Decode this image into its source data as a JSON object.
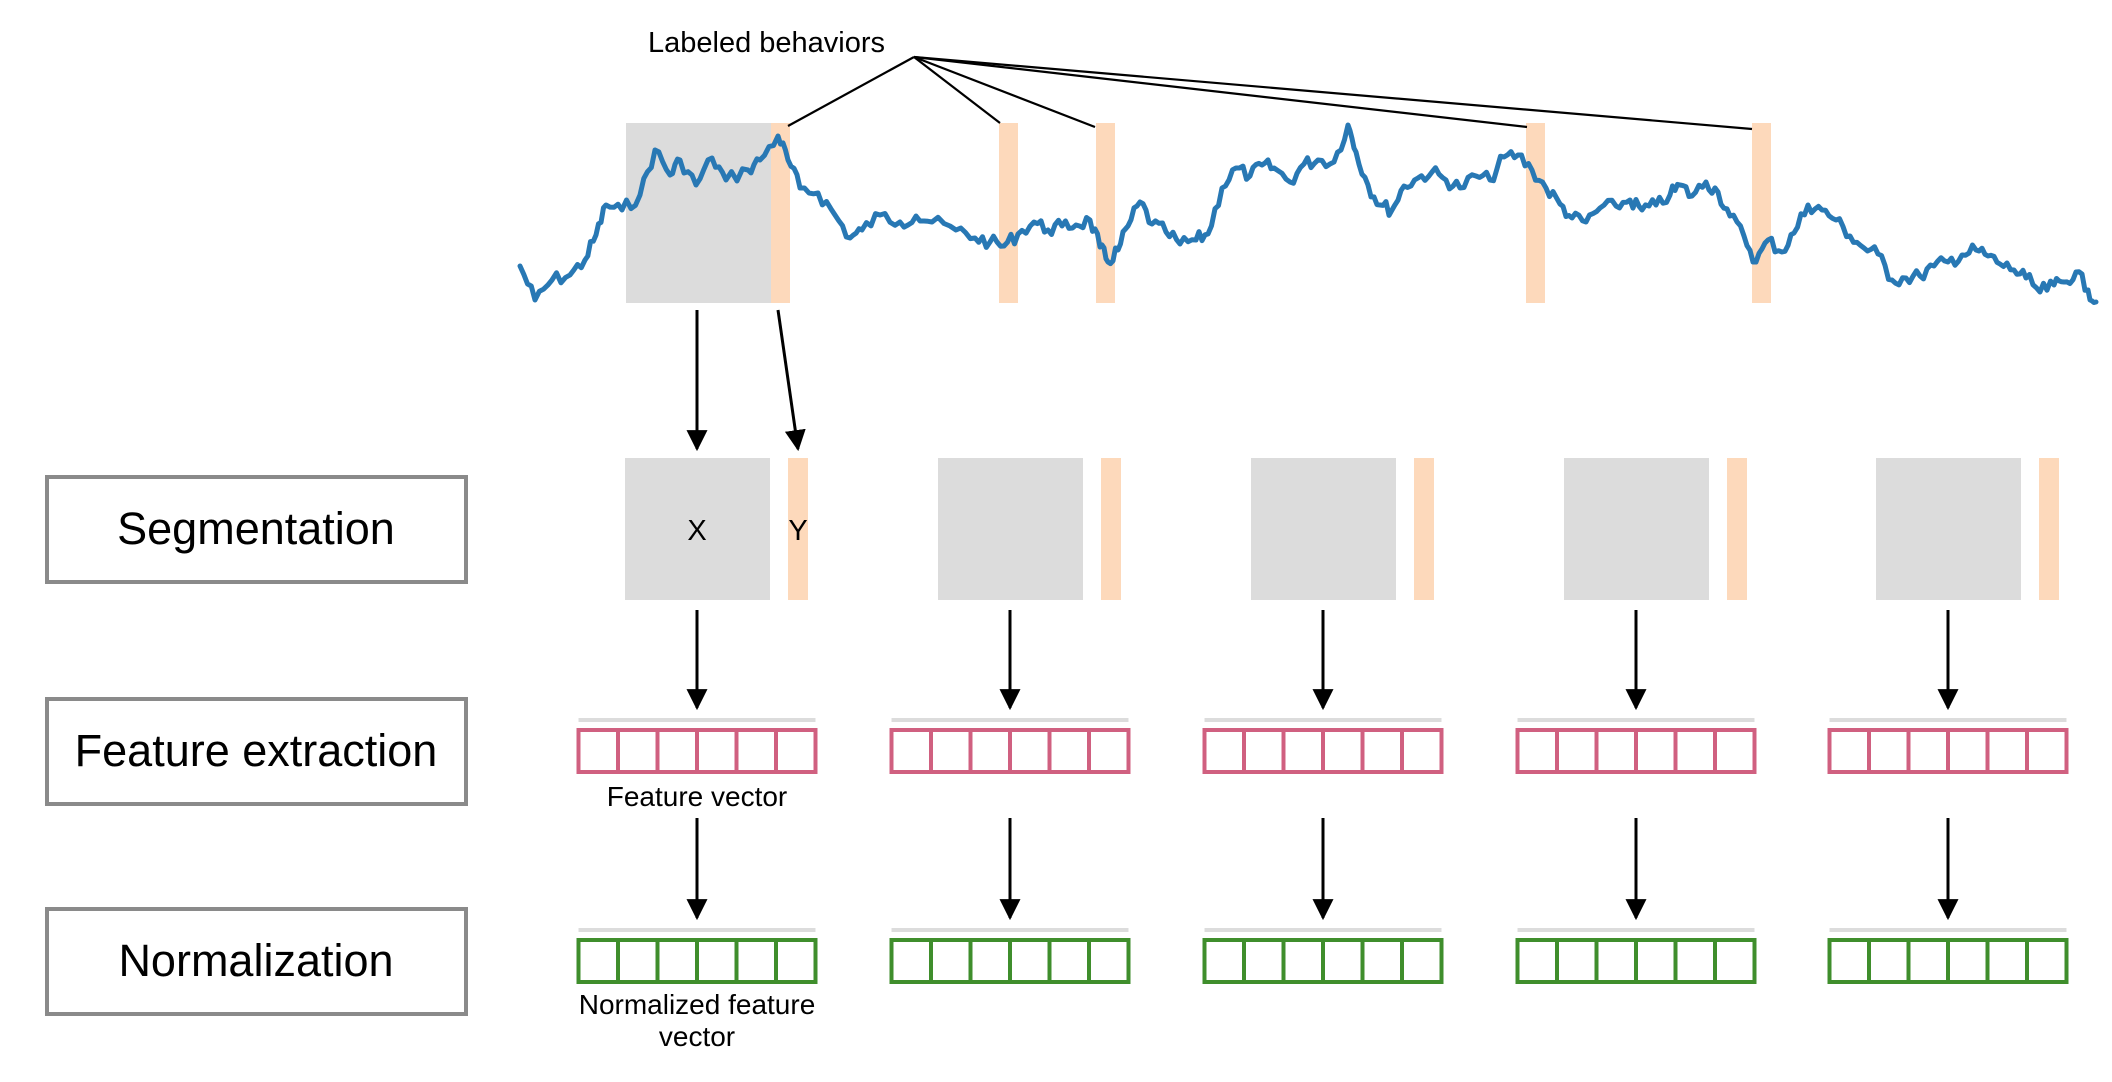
{
  "annotation": "Labeled behaviors",
  "stages": [
    "Segmentation",
    "Feature extraction",
    "Normalization"
  ],
  "segment_labels": {
    "x": "X",
    "y": "Y"
  },
  "feature_caption": "Feature vector",
  "normalized_caption": [
    "Normalized feature",
    "vector"
  ],
  "columns": 5,
  "cells_per_vector": 6,
  "colors": {
    "signal": "#2878b4",
    "window": "#dcdcdc",
    "behavior": "#fdd9bb",
    "feature": "#d06080",
    "normalized": "#3f8e2c",
    "stage_border": "#8a8a8a"
  }
}
